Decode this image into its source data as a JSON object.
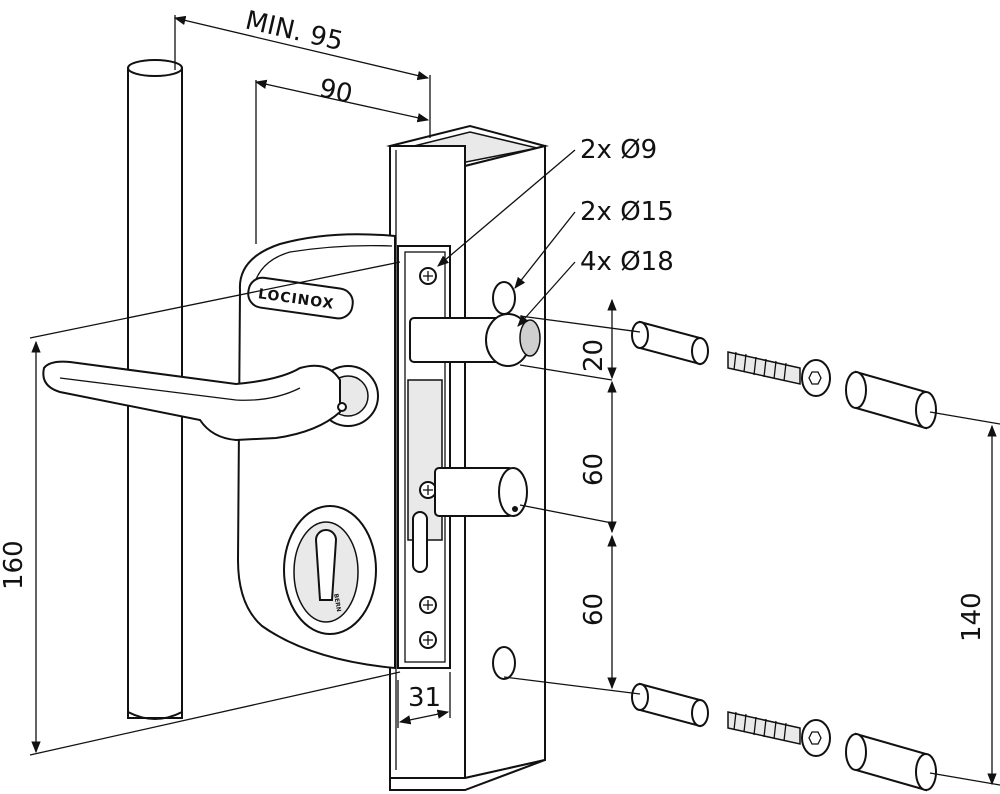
{
  "brand": {
    "logo": "LOCINOX",
    "cylinder_mark": "BERN"
  },
  "dimensions": {
    "min_width": "MIN. 95",
    "width": "90",
    "height_total": "160",
    "offset_top": "20",
    "spacing_1": "60",
    "spacing_2": "60",
    "fixing_distance": "140",
    "profile_depth": "31"
  },
  "callouts": {
    "hole_9": "2x Ø9",
    "hole_15": "2x Ø15",
    "hole_18": "4x Ø18"
  },
  "icons": [
    "handle",
    "lock-body",
    "cylinder",
    "screw",
    "bushing",
    "gate-post",
    "square-profile"
  ]
}
